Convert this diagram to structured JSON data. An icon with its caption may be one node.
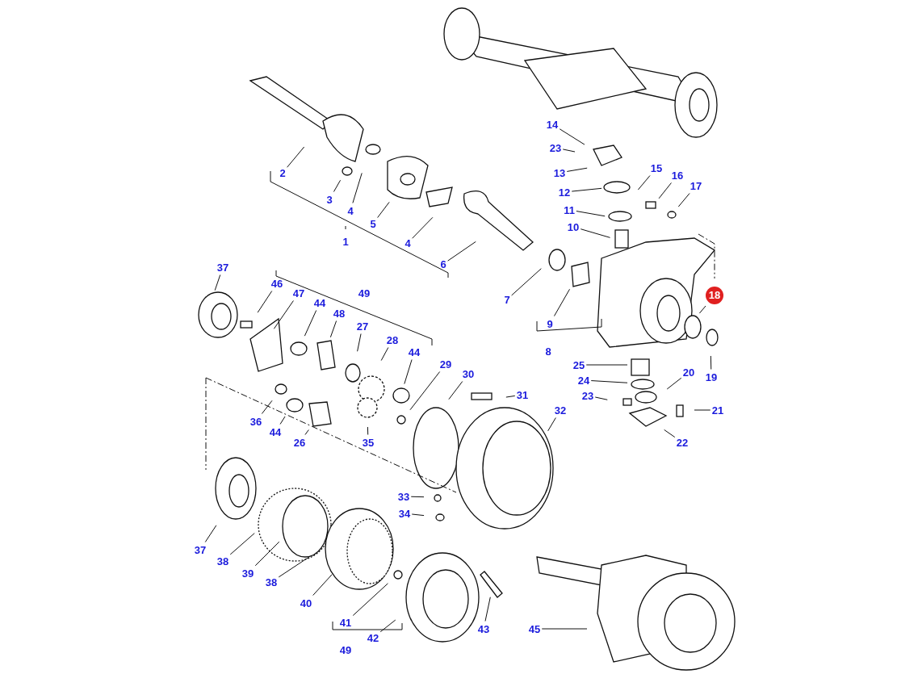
{
  "diagram": {
    "nodes": [
      {
        "text": [
          "2"
        ]
      },
      {
        "text": [
          "3"
        ]
      },
      {
        "text": [
          "4"
        ]
      },
      {
        "text": [
          "5"
        ]
      },
      {
        "text": [
          "4"
        ]
      },
      {
        "text": [
          "1"
        ]
      },
      {
        "text": [
          "6"
        ]
      },
      {
        "text": [
          "14"
        ]
      },
      {
        "text": [
          "23"
        ]
      },
      {
        "text": [
          "13"
        ]
      },
      {
        "text": [
          "12"
        ]
      },
      {
        "text": [
          "15"
        ]
      },
      {
        "text": [
          "16"
        ]
      },
      {
        "text": [
          "17"
        ]
      },
      {
        "text": [
          "11"
        ]
      },
      {
        "text": [
          "10"
        ]
      },
      {
        "text": [
          "7"
        ]
      },
      {
        "text": [
          "9"
        ]
      },
      {
        "text": [
          "8"
        ]
      },
      {
        "text": [
          "18"
        ]
      },
      {
        "text": [
          "19"
        ]
      },
      {
        "text": [
          "25"
        ]
      },
      {
        "text": [
          "24"
        ]
      },
      {
        "text": [
          "20"
        ]
      },
      {
        "text": [
          "23"
        ]
      },
      {
        "text": [
          "21"
        ]
      },
      {
        "text": [
          "22"
        ]
      },
      {
        "text": [
          "37"
        ]
      },
      {
        "text": [
          "46"
        ]
      },
      {
        "text": [
          "47"
        ]
      },
      {
        "text": [
          "49"
        ]
      },
      {
        "text": [
          "44"
        ]
      },
      {
        "text": [
          "48"
        ]
      },
      {
        "text": [
          "27"
        ]
      },
      {
        "text": [
          "28"
        ]
      },
      {
        "text": [
          "44"
        ]
      },
      {
        "text": [
          "29"
        ]
      },
      {
        "text": [
          "30"
        ]
      },
      {
        "text": [
          "31"
        ]
      },
      {
        "text": [
          "32"
        ]
      },
      {
        "text": [
          "36"
        ]
      },
      {
        "text": [
          "44"
        ]
      },
      {
        "text": [
          "26"
        ]
      },
      {
        "text": [
          "35"
        ]
      },
      {
        "text": [
          "33"
        ]
      },
      {
        "text": [
          "34"
        ]
      },
      {
        "text": [
          "37"
        ]
      },
      {
        "text": [
          "38"
        ]
      },
      {
        "text": [
          "39"
        ]
      },
      {
        "text": [
          "38"
        ]
      },
      {
        "text": [
          "40"
        ]
      },
      {
        "text": [
          "41"
        ]
      },
      {
        "text": [
          "42"
        ]
      },
      {
        "text": [
          "43"
        ]
      },
      {
        "text": [
          "45"
        ]
      },
      {
        "text": [
          "49"
        ]
      }
    ],
    "edges": [
      {
        "from": 0,
        "to": null,
        "arrow": "none"
      },
      {
        "from": 1,
        "to": null,
        "arrow": "none"
      },
      {
        "from": 2,
        "to": null,
        "arrow": "none"
      },
      {
        "from": 3,
        "to": null,
        "arrow": "none"
      },
      {
        "from": 4,
        "to": null,
        "arrow": "none"
      },
      {
        "from": 6,
        "to": null,
        "arrow": "none"
      },
      {
        "from": 7,
        "to": null,
        "arrow": "none"
      },
      {
        "from": 8,
        "to": null,
        "arrow": "none"
      },
      {
        "from": 9,
        "to": null,
        "arrow": "none"
      },
      {
        "from": 10,
        "to": null,
        "arrow": "none"
      },
      {
        "from": 11,
        "to": null,
        "arrow": "none"
      },
      {
        "from": 12,
        "to": null,
        "arrow": "none"
      },
      {
        "from": 13,
        "to": null,
        "arrow": "none"
      },
      {
        "from": 14,
        "to": null,
        "arrow": "none"
      },
      {
        "from": 15,
        "to": null,
        "arrow": "none"
      },
      {
        "from": 16,
        "to": null,
        "arrow": "none"
      },
      {
        "from": 17,
        "to": null,
        "arrow": "none"
      },
      {
        "from": 19,
        "to": null,
        "arrow": "none"
      },
      {
        "from": 20,
        "to": null,
        "arrow": "none"
      },
      {
        "from": 21,
        "to": null,
        "arrow": "none"
      },
      {
        "from": 22,
        "to": null,
        "arrow": "none"
      },
      {
        "from": 23,
        "to": null,
        "arrow": "none"
      },
      {
        "from": 24,
        "to": null,
        "arrow": "none"
      },
      {
        "from": 25,
        "to": null,
        "arrow": "none"
      },
      {
        "from": 26,
        "to": null,
        "arrow": "none"
      },
      {
        "from": 27,
        "to": null,
        "arrow": "none"
      },
      {
        "from": 28,
        "to": null,
        "arrow": "none"
      },
      {
        "from": 29,
        "to": null,
        "arrow": "none"
      },
      {
        "from": 31,
        "to": null,
        "arrow": "none"
      },
      {
        "from": 32,
        "to": null,
        "arrow": "none"
      },
      {
        "from": 33,
        "to": null,
        "arrow": "none"
      },
      {
        "from": 34,
        "to": null,
        "arrow": "none"
      },
      {
        "from": 35,
        "to": null,
        "arrow": "none"
      },
      {
        "from": 36,
        "to": null,
        "arrow": "none"
      },
      {
        "from": 37,
        "to": null,
        "arrow": "none"
      },
      {
        "from": 38,
        "to": null,
        "arrow": "none"
      },
      {
        "from": 39,
        "to": null,
        "arrow": "none"
      },
      {
        "from": 40,
        "to": null,
        "arrow": "none"
      },
      {
        "from": 41,
        "to": null,
        "arrow": "none"
      },
      {
        "from": 42,
        "to": null,
        "arrow": "none"
      },
      {
        "from": 43,
        "to": null,
        "arrow": "none"
      },
      {
        "from": 44,
        "to": null,
        "arrow": "none"
      },
      {
        "from": 45,
        "to": null,
        "arrow": "none"
      },
      {
        "from": 46,
        "to": null,
        "arrow": "none"
      },
      {
        "from": 47,
        "to": null,
        "arrow": "none"
      },
      {
        "from": 48,
        "to": null,
        "arrow": "none"
      },
      {
        "from": 49,
        "to": null,
        "arrow": "none"
      },
      {
        "from": 50,
        "to": null,
        "arrow": "none"
      },
      {
        "from": 51,
        "to": null,
        "arrow": "none"
      },
      {
        "from": 52,
        "to": null,
        "arrow": "none"
      },
      {
        "from": 53,
        "to": null,
        "arrow": "none"
      },
      {
        "from": 54,
        "to": null,
        "arrow": "none"
      }
    ]
  }
}
